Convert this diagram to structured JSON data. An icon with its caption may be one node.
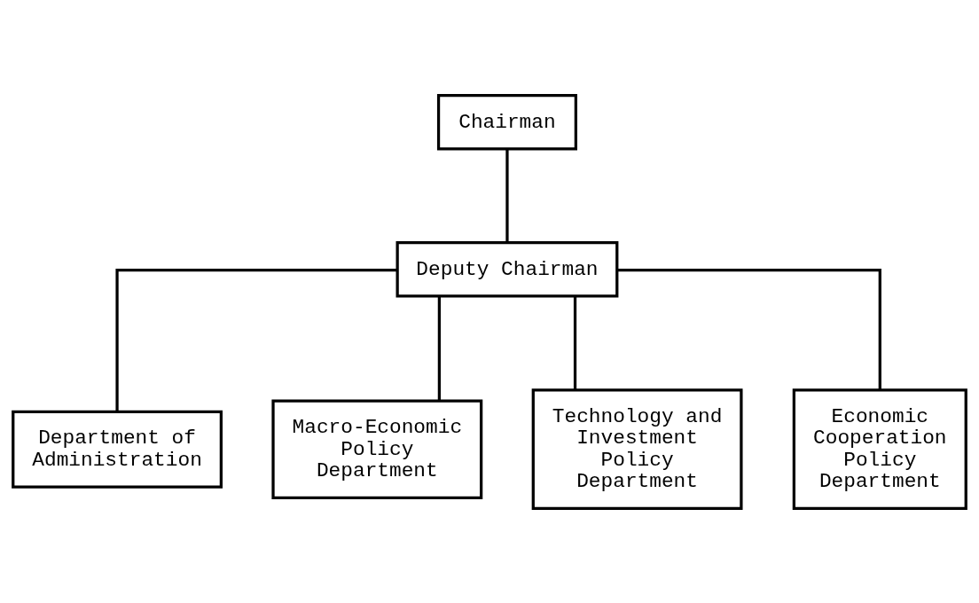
{
  "diagram": {
    "nodes": [
      {
        "text": [
          "Chairman"
        ]
      },
      {
        "text": [
          "Deputy Chairman"
        ]
      },
      {
        "text": [
          "Department of Administration"
        ]
      },
      {
        "text": [
          "Macro-Economic Policy Department"
        ]
      },
      {
        "text": [
          "Technology and Investment Policy Department"
        ]
      },
      {
        "text": [
          "Economic Cooperation Policy Department"
        ]
      }
    ],
    "edges": [
      {
        "from": 0,
        "to": 1,
        "arrow": "none"
      },
      {
        "from": 1,
        "to": 2,
        "arrow": "none"
      },
      {
        "from": 1,
        "to": 3,
        "arrow": "none"
      },
      {
        "from": 1,
        "to": 4,
        "arrow": "none"
      },
      {
        "from": 1,
        "to": 5,
        "arrow": "none"
      }
    ]
  }
}
